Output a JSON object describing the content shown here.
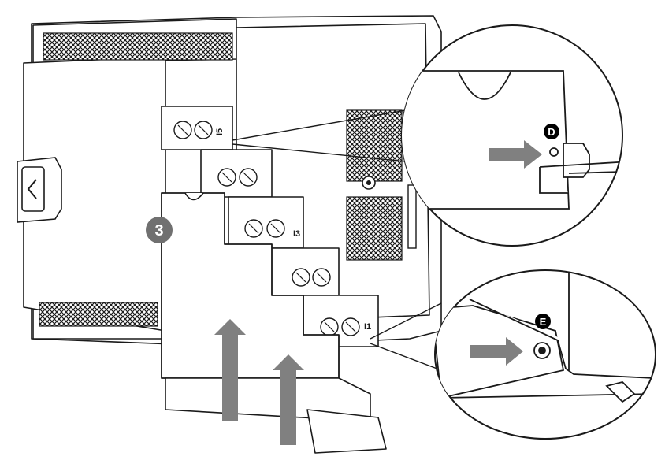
{
  "callouts": {
    "step": "3",
    "detail_top": "D",
    "detail_bottom": "E"
  },
  "terminals": {
    "t5": "I5",
    "t3": "I3",
    "t1": "I1"
  },
  "colors": {
    "line": "#1a1a1a",
    "fill": "#ffffff",
    "shade": "#d9d9d9",
    "arrow": "#808080",
    "badge_step": "#707070",
    "badge_detail": "#000000"
  },
  "icons": {
    "arrow": "up-arrow-icon",
    "pointer": "right-arrow-icon",
    "chevron": "chevron-left-icon"
  }
}
